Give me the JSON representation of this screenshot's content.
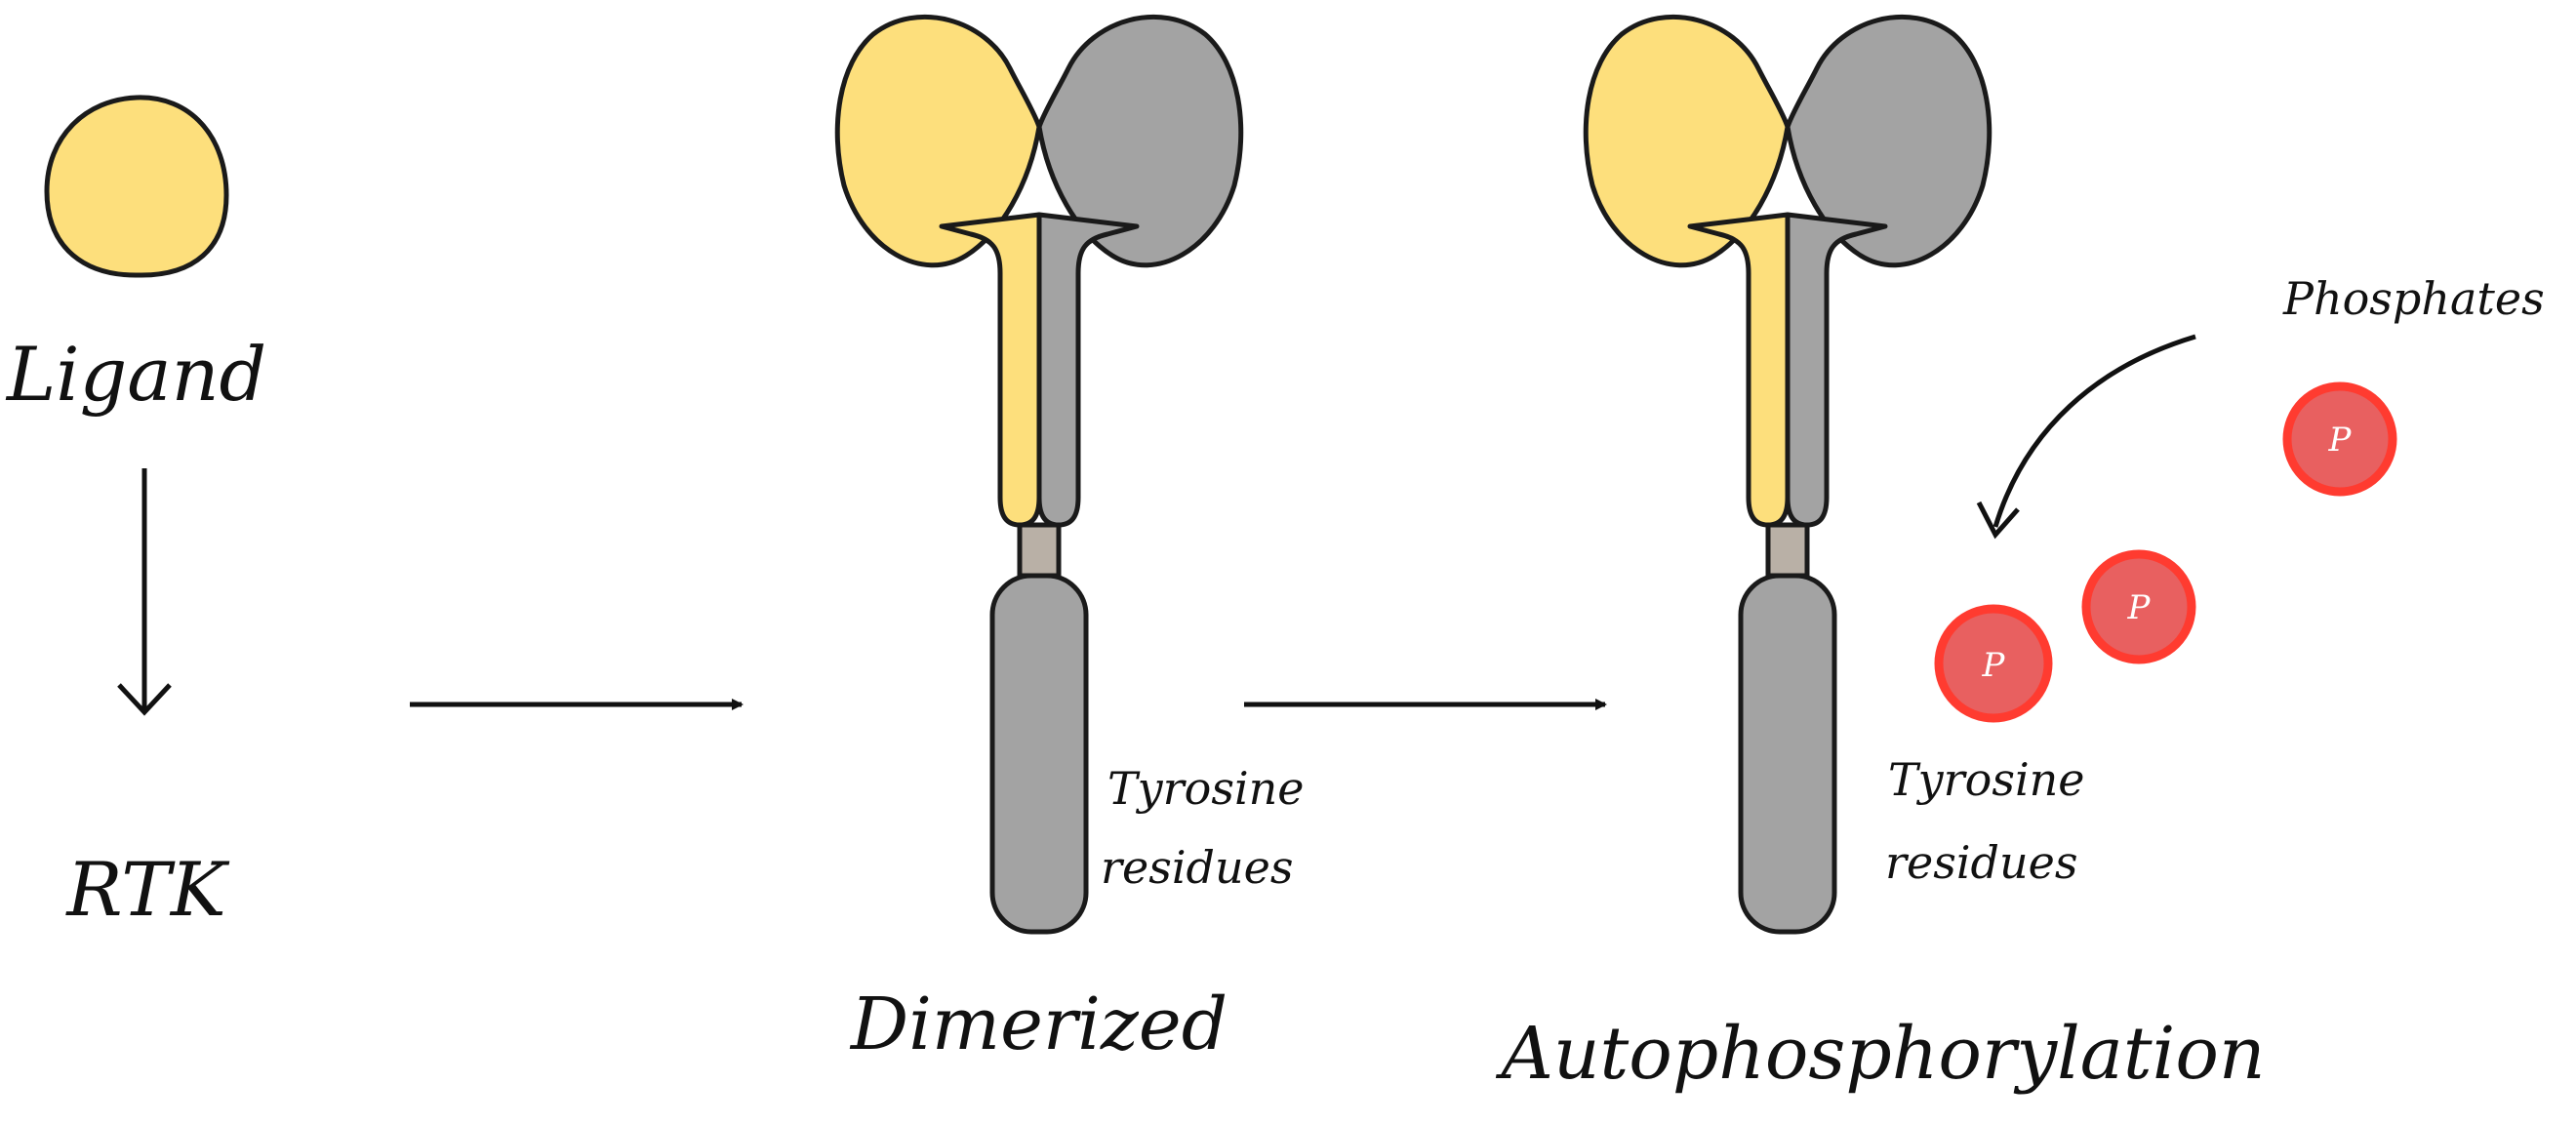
{
  "labels": {
    "ligand": "Ligand",
    "rtk": "RTK",
    "dimerized": "Dimerized",
    "autophosphorylation": "Autophosphorylation",
    "phosphates": "Phosphates",
    "tyrosine_residues_1": [
      "Tyrosine",
      "residues"
    ],
    "tyrosine_residues_2": [
      "Tyrosine",
      "residues"
    ]
  },
  "phosphate_symbol": "P",
  "colors": {
    "ligand_yellow": "#FDDF7C",
    "receptor_gray": "#A3A3A3",
    "linker_tan": "#B9B0A6",
    "phosphate_red": "#E86060",
    "phosphate_ring": "#FF3B30",
    "outline": "#1A1A1A"
  }
}
